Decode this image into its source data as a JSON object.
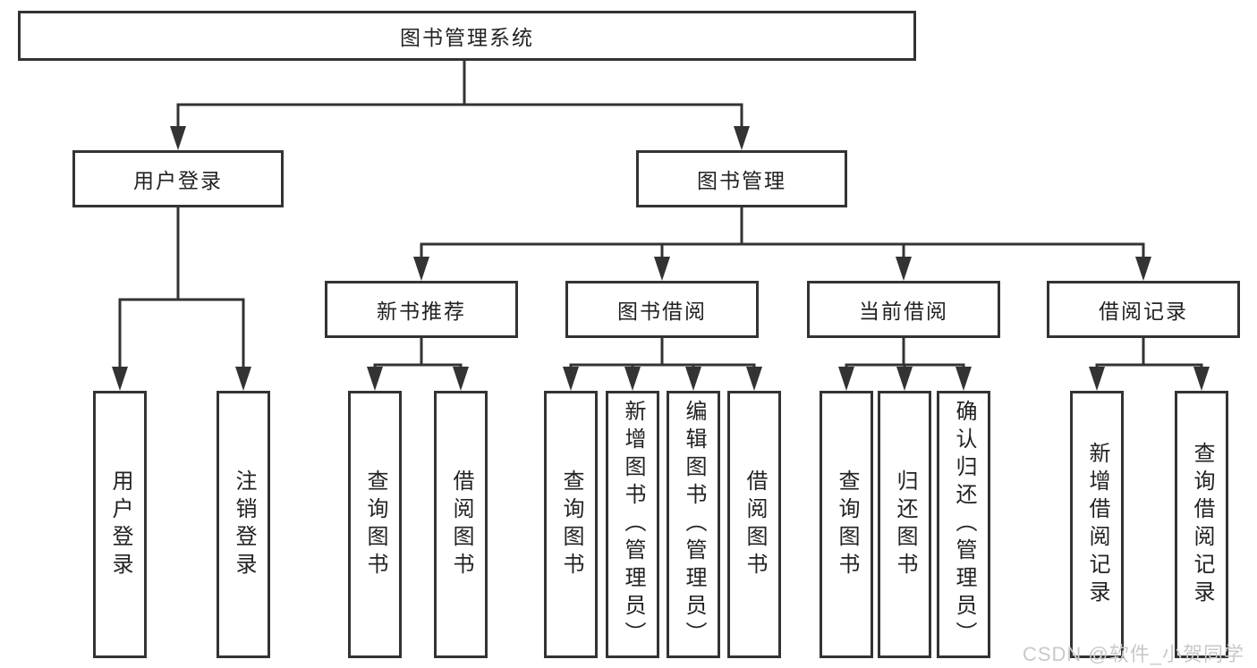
{
  "diagram": {
    "root": {
      "label": "图书管理系统"
    },
    "level2": [
      {
        "label": "用户登录",
        "children": [
          "用户登录",
          "注销登录"
        ]
      },
      {
        "label": "图书管理"
      }
    ],
    "level3": [
      {
        "label": "新书推荐",
        "children": [
          "查询图书",
          "借阅图书"
        ]
      },
      {
        "label": "图书借阅",
        "children": [
          "查询图书",
          "新增图书（管理员）",
          "编辑图书（管理员）",
          "借阅图书"
        ]
      },
      {
        "label": "当前借阅",
        "children": [
          "查询图书",
          "归还图书",
          "确认归还（管理员）"
        ]
      },
      {
        "label": "借阅记录",
        "children": [
          "新增借阅记录",
          "查询借阅记录"
        ]
      }
    ]
  },
  "watermark": {
    "label": "CSDN @软件_小贺同学",
    "color": "#c9c9c9"
  },
  "colors": {
    "line": "#333333",
    "border": "#333333",
    "text": "#222222",
    "background": "#ffffff",
    "box_fill": "#ffffff"
  }
}
